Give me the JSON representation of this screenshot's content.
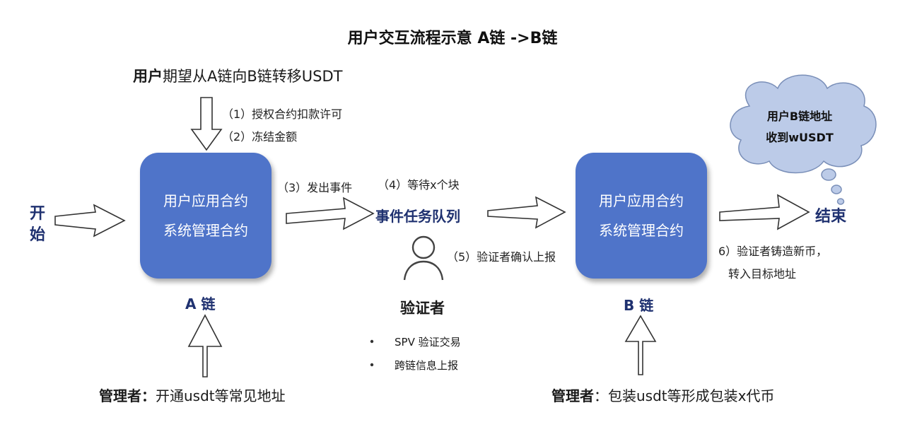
{
  "title": "用户交互流程示意  A链 ->B链",
  "user_wish": {
    "bold": "用户",
    "rest": "期望从A链向B链转移USDT"
  },
  "steps": {
    "s1": "（1）授权合约扣款许可",
    "s2": "（2）冻结金额",
    "s3": "（3）发出事件",
    "s4": "（4）等待x个块",
    "s5": "（5）验证者确认上报",
    "s6_line1": "6）验证者铸造新币，",
    "s6_line2": "转入目标地址"
  },
  "start": {
    "line1": "开",
    "line2": "始"
  },
  "end": "结束",
  "chain_a": {
    "line1": "用户应用合约",
    "line2": "系统管理合约",
    "label": "A 链"
  },
  "chain_b": {
    "line1": "用户应用合约",
    "line2": "系统管理合约",
    "label": "B 链"
  },
  "event_queue": "事件任务队列",
  "validator": {
    "label": "验证者",
    "bullets": [
      "SPV 验证交易",
      "跨链信息上报"
    ]
  },
  "admin_a": {
    "bold": "管理者：",
    "rest": "开通usdt等常见地址"
  },
  "admin_b": {
    "bold": "管理者",
    "rest": "：包装usdt等形成包装x代币"
  },
  "cloud": {
    "line1": "用户B链地址",
    "line2": "收到wUSDT"
  },
  "colors": {
    "box": "#4f74c9",
    "navy": "#1f3170",
    "cloud": "#bccbe8",
    "arrow_stroke": "#333333"
  }
}
